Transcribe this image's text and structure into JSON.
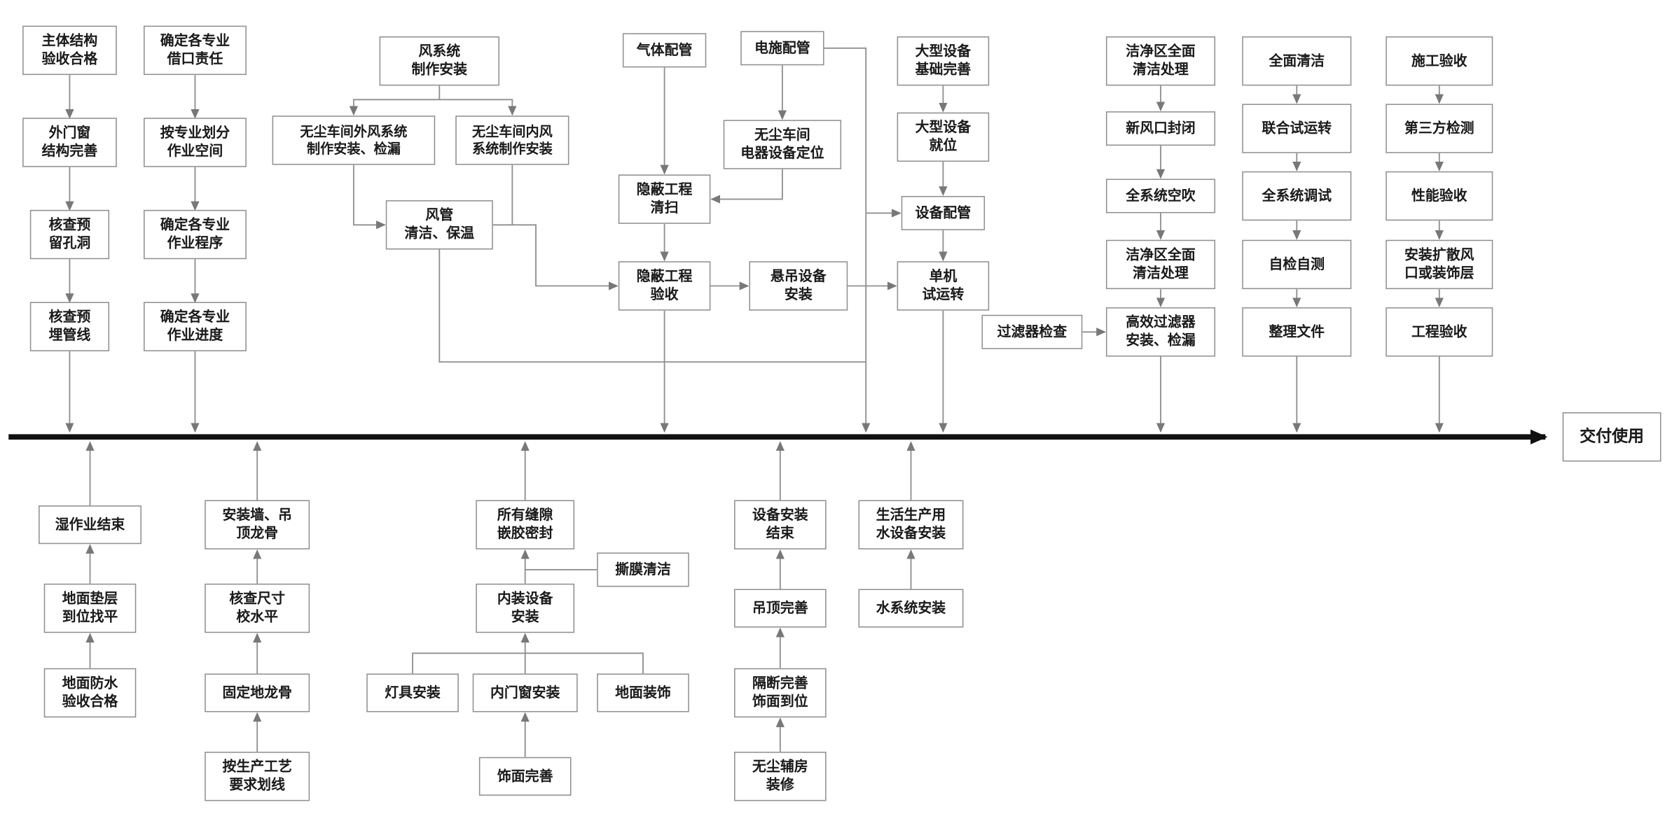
{
  "diagram": {
    "nodes": {
      "main_structure": "主体结构\n验收合格",
      "ext_door_window": "外门窗\n结构完善",
      "check_reserved_holes": "核查预\n留孔洞",
      "check_embedded_pipes": "核查预\n埋管线",
      "define_interface_resp": "确定各专业\n借口责任",
      "divide_workspace": "按专业划分\n作业空间",
      "define_procedures": "确定各专业\n作业程序",
      "define_schedule": "确定各专业\n作业进度",
      "air_system_fab": "风系统\n制作安装",
      "outdoor_air_system": "无尘车间外风系统\n制作安装、检漏",
      "indoor_air_system": "无尘车间内风\n系统制作安装",
      "duct_cleaning": "风管\n清洁、保温",
      "gas_piping": "气体配管",
      "concealed_cleaning": "隐蔽工程\n清扫",
      "concealed_acceptance": "隐蔽工程\n验收",
      "electrical_piping": "电施配管",
      "electrical_equipment_positioning": "无尘车间\n电器设备定位",
      "suspended_equipment": "悬吊设备\n安装",
      "large_equipment_foundation": "大型设备\n基础完善",
      "large_equipment_in_place": "大型设备\n就位",
      "equipment_piping": "设备配管",
      "single_machine_test": "单机\n试运转",
      "filter_inspection": "过滤器检查",
      "clean_area_cleaning_1": "洁净区全面\n清洁处理",
      "fresh_air_vent_sealed": "新风口封闭",
      "system_air_blow": "全系统空吹",
      "clean_area_cleaning_2": "洁净区全面\n清洁处理",
      "hepa_filter_install": "高效过滤器\n安装、检漏",
      "overall_cleaning": "全面清洁",
      "joint_test_run": "联合试运转",
      "system_commissioning": "全系统调试",
      "self_inspection": "自检自测",
      "organize_documents": "整理文件",
      "construction_acceptance": "施工验收",
      "third_party_testing": "第三方检测",
      "performance_acceptance": "性能验收",
      "install_diffusers": "安装扩散风\n口或装饰层",
      "project_acceptance": "工程验收",
      "delivery": "交付使用",
      "wet_work_end": "湿作业结束",
      "floor_cushion_leveling": "地面垫层\n到位找平",
      "floor_waterproof_accepted": "地面防水\n验收合格",
      "install_wall_ceiling_keel": "安装墙、吊\n顶龙骨",
      "check_dimensions_level": "核查尺寸\n校水平",
      "fix_floor_keel": "固定地龙骨",
      "marking_per_process": "按生产工艺\n要求划线",
      "seal_all_gaps": "所有缝隙\n嵌胶密封",
      "film_peel_cleaning": "撕膜清洁",
      "interior_equipment_install": "内装设备\n安装",
      "lighting_install": "灯具安装",
      "interior_door_window_install": "内门窗安装",
      "floor_decoration": "地面装饰",
      "finish_surface_complete": "饰面完善",
      "equipment_install_end": "设备安装\n结束",
      "ceiling_complete": "吊顶完善",
      "partition_complete": "隔断完善\n饰面到位",
      "clean_aux_room_fitout": "无尘辅房\n装修",
      "water_equipment_install": "生活生产用\n水设备安装",
      "water_system_install": "水系统安装"
    },
    "colors": {
      "line": "#8f8f8f",
      "timeline": "#111111",
      "box_border": "#8f8f8f",
      "text": "#1b1b1b"
    }
  }
}
